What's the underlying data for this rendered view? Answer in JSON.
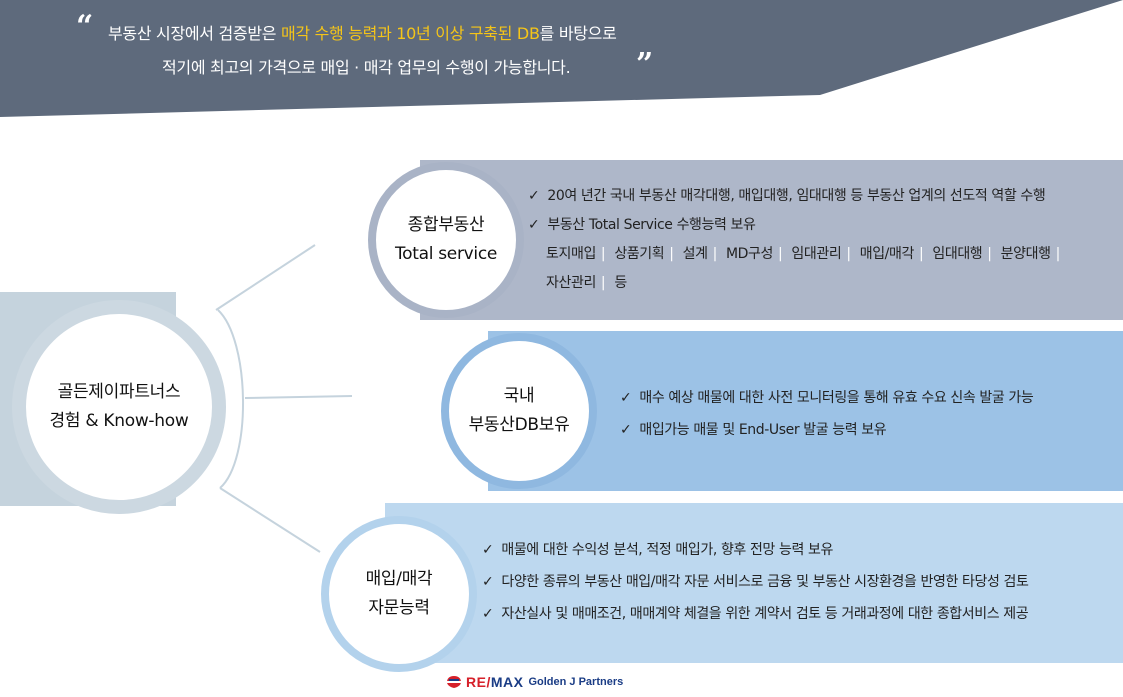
{
  "quote": {
    "line1_pre": "부동산 시장에서 검증받은 ",
    "line1_highlight": "매각 수행 능력과 10년 이상 구축된 DB",
    "line1_post": "를 바탕으로",
    "line2": "적기에 최고의 가격으로 매입 · 매각 업무의 수행이 가능합니다.",
    "open_mark": "“",
    "close_mark": "”"
  },
  "colors": {
    "banner": "#5e6a7c",
    "highlight": "#f5c518",
    "band1": "#aeb7c9",
    "band2": "#9cc2e6",
    "band3": "#bdd8ef",
    "main_band": "#c5d3dd"
  },
  "main": {
    "line1": "골든제이파트너스",
    "line2": "경험 & Know-how"
  },
  "sections": [
    {
      "title1": "종합부동산",
      "title2": "Total service",
      "bullets": [
        "20여 년간 국내 부동산 매각대행, 매입대행, 임대대행 등 부동산 업계의 선도적 역할 수행",
        "부동산 Total Service 수행능력 보유"
      ],
      "services": [
        "토지매입",
        "상품기획",
        "설계",
        "MD구성",
        "임대관리",
        "매입/매각",
        "임대대행",
        "분양대행",
        "자산관리",
        "등"
      ]
    },
    {
      "title1": "국내",
      "title2": "부동산DB보유",
      "bullets": [
        "매수 예상 매물에 대한 사전 모니터링을 통해 유효 수요 신속 발굴 가능",
        "매입가능 매물 및 End-User 발굴 능력 보유"
      ]
    },
    {
      "title1": "매입/매각",
      "title2": "자문능력",
      "bullets": [
        "매물에 대한 수익성 분석, 적정 매입가, 향후 전망 능력 보유",
        "다양한 종류의 부동산 매입/매각 자문 서비스로 금융 및 부동산 시장환경을 반영한 타당성 검토",
        "자산실사 및 매매조건, 매매계약 체결을 위한 계약서 검토 등 거래과정에 대한 종합서비스 제공"
      ]
    }
  ],
  "logo": {
    "re": "RE/",
    "max": "MAX",
    "sub": "Golden J Partners"
  },
  "check_mark": "✓",
  "separator": "|"
}
